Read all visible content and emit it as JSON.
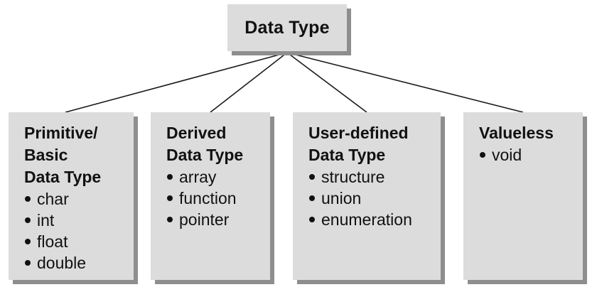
{
  "diagram": {
    "root": {
      "title": "Data Type"
    },
    "children": [
      {
        "title_lines": [
          "Primitive/",
          "Basic",
          "Data Type"
        ],
        "items": [
          "char",
          "int",
          "float",
          "double"
        ]
      },
      {
        "title_lines": [
          "Derived",
          "Data Type"
        ],
        "items": [
          "array",
          "function",
          "pointer"
        ]
      },
      {
        "title_lines": [
          "User-defined",
          "Data Type"
        ],
        "items": [
          "structure",
          "union",
          "enumeration"
        ]
      },
      {
        "title_lines": [
          "Valueless"
        ],
        "items": [
          "void"
        ]
      }
    ]
  },
  "colors": {
    "box_fill": "#dcdcdc",
    "box_shadow": "#8e8e8e",
    "connector": "#1a1a1a",
    "text": "#111111"
  }
}
